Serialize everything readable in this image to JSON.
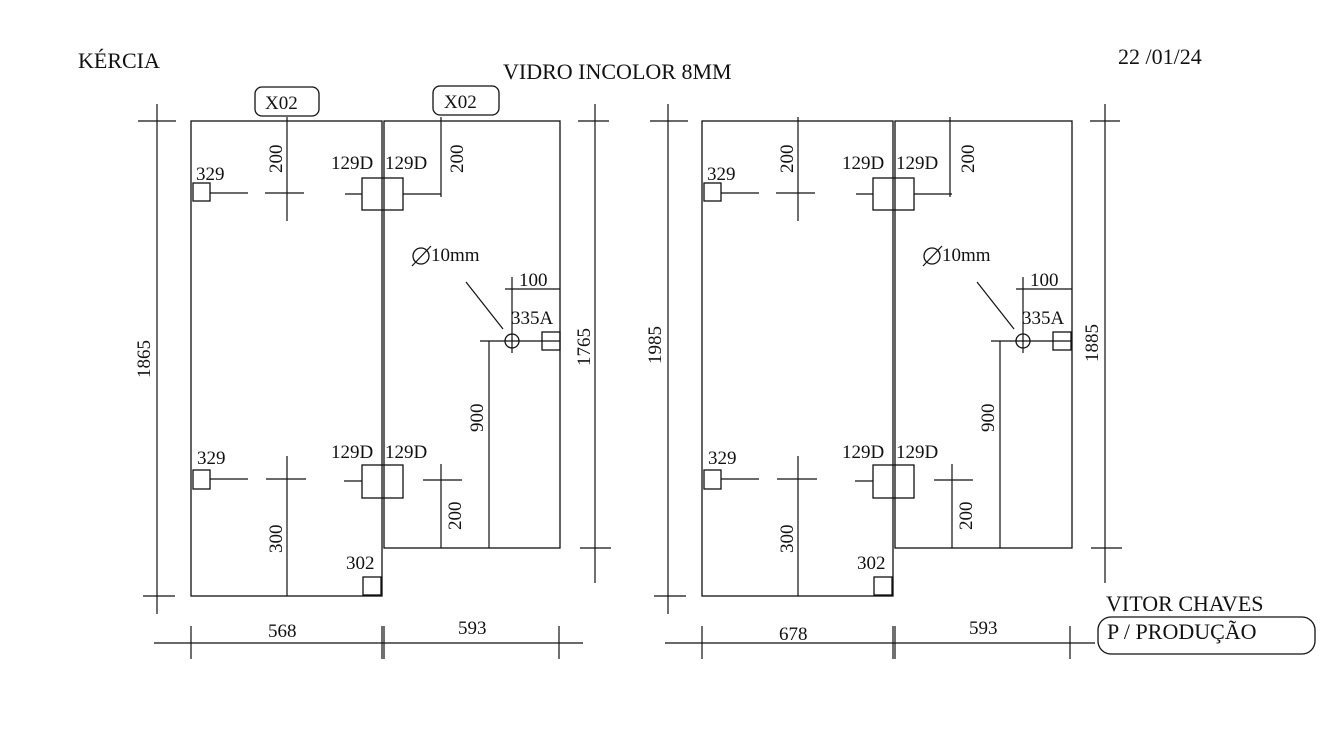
{
  "header": {
    "client": "KÉRCIA",
    "title": "VIDRO INCOLOR 8MM",
    "date": "22 /01/24"
  },
  "footer": {
    "author": "VITOR CHAVES",
    "stamp": "P / PRODUÇÃO"
  },
  "left_panel": {
    "height_fixed": "1865",
    "height_door": "1765",
    "width_fixed": "568",
    "width_door": "593",
    "tag_1": "X02",
    "tag_2": "X02",
    "top_offset_fixed": "200",
    "top_offset_door": "200",
    "bottom_offset_fixed": "300",
    "bottom_offset_door": "200",
    "handle_height": "900",
    "handle_offset": "100",
    "hole_label": "10mm",
    "handle_code": "335A",
    "fix_top": "329",
    "fix_bottom": "329",
    "hinge_top_left": "129D",
    "hinge_top_right": "129D",
    "hinge_bottom_left": "129D",
    "hinge_bottom_right": "129D",
    "corner_code": "302"
  },
  "right_panel": {
    "height_fixed": "1985",
    "height_door": "1885",
    "width_fixed": "678",
    "width_door": "593",
    "top_offset_fixed": "200",
    "top_offset_door": "200",
    "bottom_offset_fixed": "300",
    "bottom_offset_door": "200",
    "handle_height": "900",
    "handle_offset": "100",
    "hole_label": "10mm",
    "handle_code": "335A",
    "fix_top": "329",
    "fix_bottom": "329",
    "hinge_top_left": "129D",
    "hinge_top_right": "129D",
    "hinge_bottom_left": "129D",
    "hinge_bottom_right": "129D",
    "corner_code": "302"
  }
}
